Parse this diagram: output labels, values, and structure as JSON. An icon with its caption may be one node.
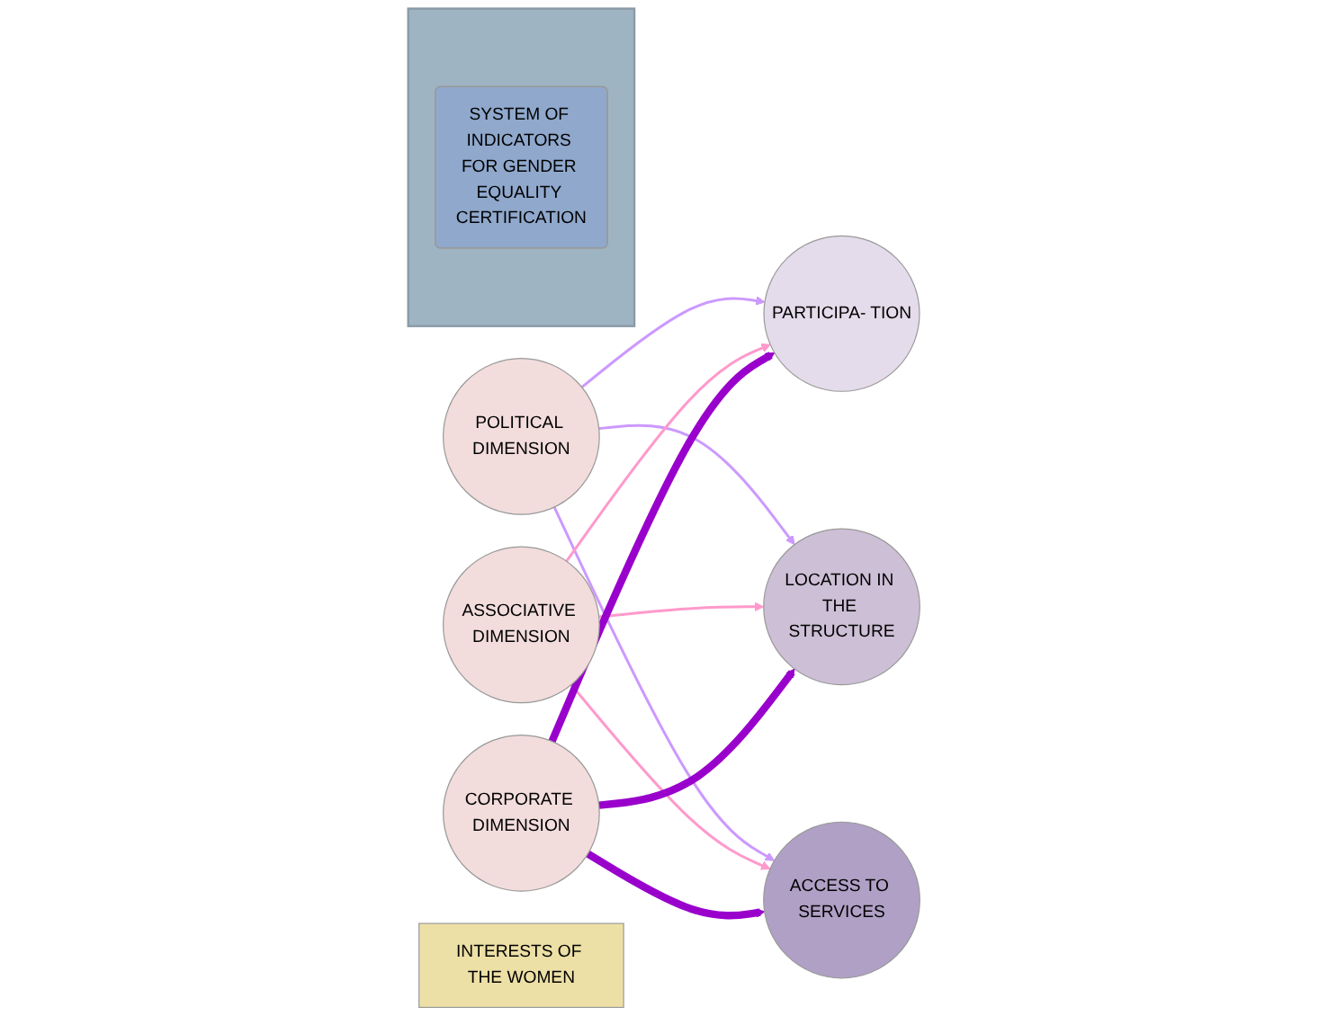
{
  "diagram": {
    "nodes": [
      {
        "text": [
          "POLITICAL DIMENSION"
        ]
      },
      {
        "text": [
          "ASSOCIATIVE DIMENSION"
        ]
      },
      {
        "text": [
          "CORPORATE DIMENSION"
        ]
      },
      {
        "text": [
          "PARTICIPA- TION"
        ]
      },
      {
        "text": [
          "LOCATION IN THE STRUCTURE"
        ]
      },
      {
        "text": [
          "ACCESS TO SERVICES"
        ]
      },
      {
        "text": [
          "INTERESTS OF THE WOMEN"
        ]
      },
      {
        "text": [],
        "shape": "box"
      },
      {
        "text": [
          "SYSTEM OF INDICATORS FOR GENDER EQUALITY CERTIFICATION"
        ],
        "in": 7
      }
    ],
    "edges": [
      {
        "from": 0,
        "to": 3,
        "arrow": "to",
        "color": "#cc99ff"
      },
      {
        "from": 0,
        "to": 4,
        "arrow": "to",
        "color": "#cc99ff"
      },
      {
        "from": 0,
        "to": 5,
        "arrow": "to",
        "color": "#cc99ff"
      },
      {
        "from": 1,
        "to": 3,
        "arrow": "to",
        "color": "#ff99cc"
      },
      {
        "from": 1,
        "to": 4,
        "arrow": "to",
        "color": "#ff99cc"
      },
      {
        "from": 1,
        "to": 5,
        "arrow": "to",
        "color": "#ff99cc"
      },
      {
        "from": 2,
        "to": 3,
        "arrow": "to",
        "style": "thick",
        "color": "#9900cc"
      },
      {
        "from": 2,
        "to": 4,
        "arrow": "to",
        "style": "thick",
        "color": "#9900cc"
      },
      {
        "from": 2,
        "to": 5,
        "arrow": "to",
        "style": "thick",
        "color": "#9900cc"
      }
    ]
  }
}
